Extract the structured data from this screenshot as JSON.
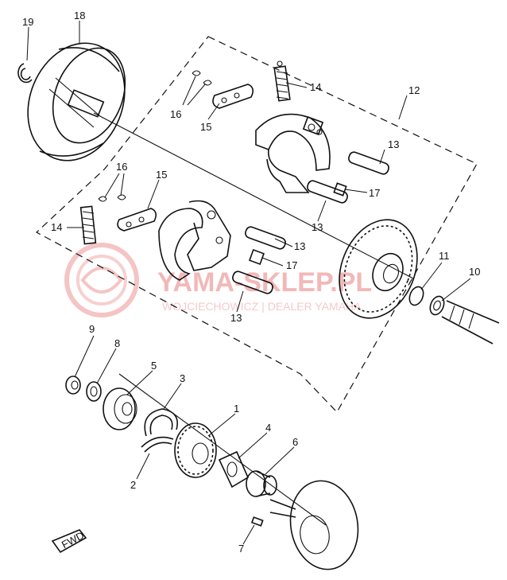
{
  "watermark": {
    "brand": "YAMA-SKLEP.PL",
    "subtitle": "WOJCIECHOWICZ | DEALER YAMAHA"
  },
  "fwd_badge": "FWD",
  "callouts": [
    {
      "id": "c19",
      "text": "19"
    },
    {
      "id": "c18",
      "text": "18"
    },
    {
      "id": "c16a",
      "text": "16"
    },
    {
      "id": "c15a",
      "text": "15"
    },
    {
      "id": "c14a",
      "text": "14"
    },
    {
      "id": "c12",
      "text": "12"
    },
    {
      "id": "c13a",
      "text": "13"
    },
    {
      "id": "c17a",
      "text": "17"
    },
    {
      "id": "c13b",
      "text": "13"
    },
    {
      "id": "c16b",
      "text": "16"
    },
    {
      "id": "c15b",
      "text": "15"
    },
    {
      "id": "c14b",
      "text": "14"
    },
    {
      "id": "c13c",
      "text": "13"
    },
    {
      "id": "c17b",
      "text": "17"
    },
    {
      "id": "c13d",
      "text": "13"
    },
    {
      "id": "c11",
      "text": "11"
    },
    {
      "id": "c10",
      "text": "10"
    },
    {
      "id": "c9",
      "text": "9"
    },
    {
      "id": "c8",
      "text": "8"
    },
    {
      "id": "c5",
      "text": "5"
    },
    {
      "id": "c3",
      "text": "3"
    },
    {
      "id": "c1",
      "text": "1"
    },
    {
      "id": "c4",
      "text": "4"
    },
    {
      "id": "c6",
      "text": "6"
    },
    {
      "id": "c2",
      "text": "2"
    },
    {
      "id": "c7",
      "text": "7"
    }
  ]
}
